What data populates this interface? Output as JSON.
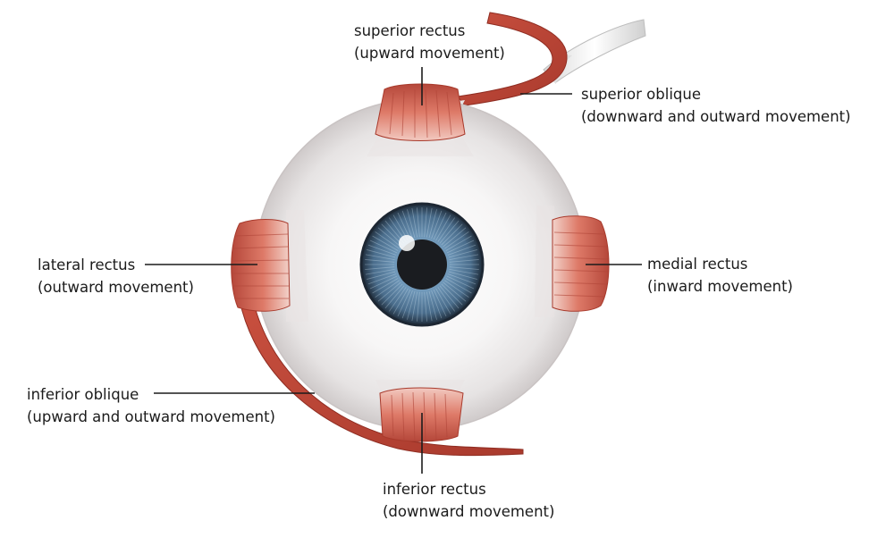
{
  "labels": {
    "superior_rectus": {
      "name": "superior rectus",
      "action": "(upward movement)"
    },
    "superior_oblique": {
      "name": "superior oblique",
      "action": "(downward and outward movement)"
    },
    "lateral_rectus": {
      "name": "lateral rectus",
      "action": "(outward movement)"
    },
    "medial_rectus": {
      "name": "medial rectus",
      "action": "(inward movement)"
    },
    "inferior_oblique": {
      "name": "inferior oblique",
      "action": "(upward and outward movement)"
    },
    "inferior_rectus": {
      "name": "inferior rectus",
      "action": "(downward movement)"
    }
  },
  "colors": {
    "muscle": "#d2604f",
    "muscle_dark": "#a83a2c",
    "sclera": "#f2f1f1",
    "iris": "#5f86a6",
    "pupil": "#1a1c20",
    "tendon": "#e9e9e9",
    "leader_line": "#1b1b1b"
  }
}
